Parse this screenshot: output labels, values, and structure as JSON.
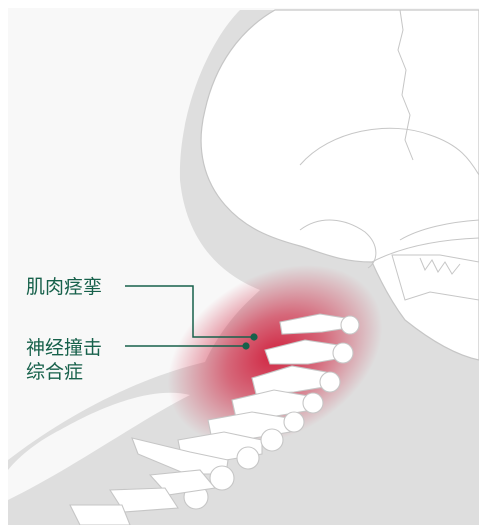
{
  "labels": {
    "muscle_spasm": "肌肉痉挛",
    "nerve_impingement_line1": "神经撞击",
    "nerve_impingement_line2": "综合症"
  },
  "colors": {
    "background": "#f8f8f8",
    "silhouette": "#dedede",
    "bone_fill": "#ffffff",
    "bone_stroke": "#c6c6c6",
    "highlight": "#d01a38",
    "leader": "#17614b"
  },
  "icons": [
    "skull-outline",
    "cervical-spine",
    "pain-highlight",
    "leader-dot"
  ]
}
